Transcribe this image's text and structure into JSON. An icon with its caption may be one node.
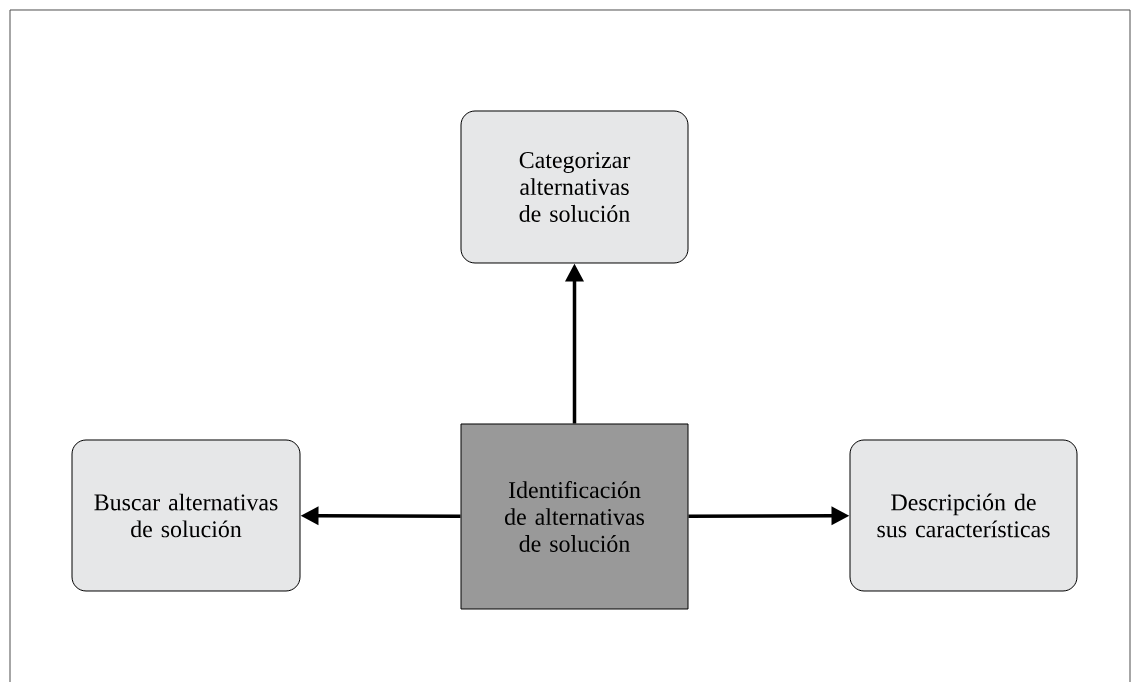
{
  "diagram": {
    "nodes": [
      {
        "text": [
          "Identificación de alternativas de solución"
        ]
      },
      {
        "text": [
          "Categorizar alternativas de solución"
        ]
      },
      {
        "text": [
          "Buscar alternativas de solución"
        ]
      },
      {
        "text": [
          "Descripción de sus características"
        ]
      }
    ],
    "edges": [
      {
        "from": 0,
        "to": 1,
        "arrow": "to"
      },
      {
        "from": 0,
        "to": 2,
        "arrow": "to"
      },
      {
        "from": 0,
        "to": 3,
        "arrow": "to"
      }
    ]
  }
}
